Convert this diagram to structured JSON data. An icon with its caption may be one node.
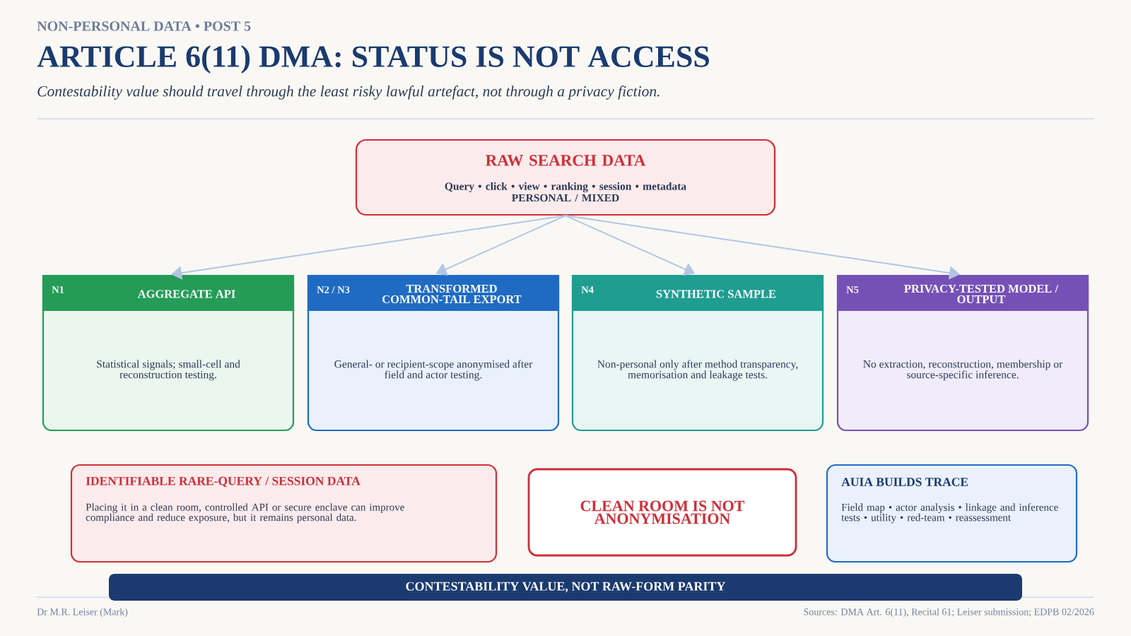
{
  "diagram": {
    "title": "ARTICLE 6(11) DMA: STATUS IS NOT ACCESS",
    "nodes": [
      {
        "text": [
          "RAW SEARCH DATA",
          "Query • click • view • ranking • session • metadata",
          "PERSONAL / MIXED"
        ]
      },
      {
        "text": [
          "N1",
          "AGGREGATE API",
          "Statistical signals; small-cell and reconstruction testing."
        ]
      },
      {
        "text": [
          "N2 / N3",
          "TRANSFORMED COMMON-TAIL EXPORT",
          "General- or recipient-scope anonymised after field and actor testing."
        ]
      },
      {
        "text": [
          "N4",
          "SYNTHETIC SAMPLE",
          "Non-personal only after method transparency, memorisation and leakage tests."
        ]
      },
      {
        "text": [
          "N5",
          "PRIVACY-TESTED MODEL / OUTPUT",
          "No extraction, reconstruction, membership or source-specific inference."
        ]
      },
      {
        "text": [
          "IDENTIFIABLE RARE-QUERY / SESSION DATA",
          "Placing it in a clean room, controlled API or secure enclave can improve compliance and reduce exposure, but it remains personal data."
        ]
      },
      {
        "text": [
          "CLEAN ROOM IS NOT ANONYMISATION"
        ]
      },
      {
        "text": [
          "AUIA BUILDS TRACE",
          "Field map • actor analysis • linkage and inference tests • utility • red-team • reassessment"
        ]
      },
      {
        "text": [
          "CONTESTABILITY VALUE, NOT RAW-FORM PARITY"
        ]
      }
    ],
    "edges": [
      {
        "from": 0,
        "to": 1,
        "arrow": "to"
      },
      {
        "from": 0,
        "to": 2,
        "arrow": "to"
      },
      {
        "from": 0,
        "to": 3,
        "arrow": "to"
      },
      {
        "from": 0,
        "to": 4,
        "arrow": "to"
      }
    ],
    "labels": [
      "NON-PERSONAL DATA • POST 5",
      "Contestability value should travel through the least risky lawful artefact, not through a privacy fiction.",
      "Dr M.R. Leiser (Mark)",
      "Sources: DMA Art. 6(11), Recital 61; Leiser submission; EDPB 02/2026"
    ]
  }
}
